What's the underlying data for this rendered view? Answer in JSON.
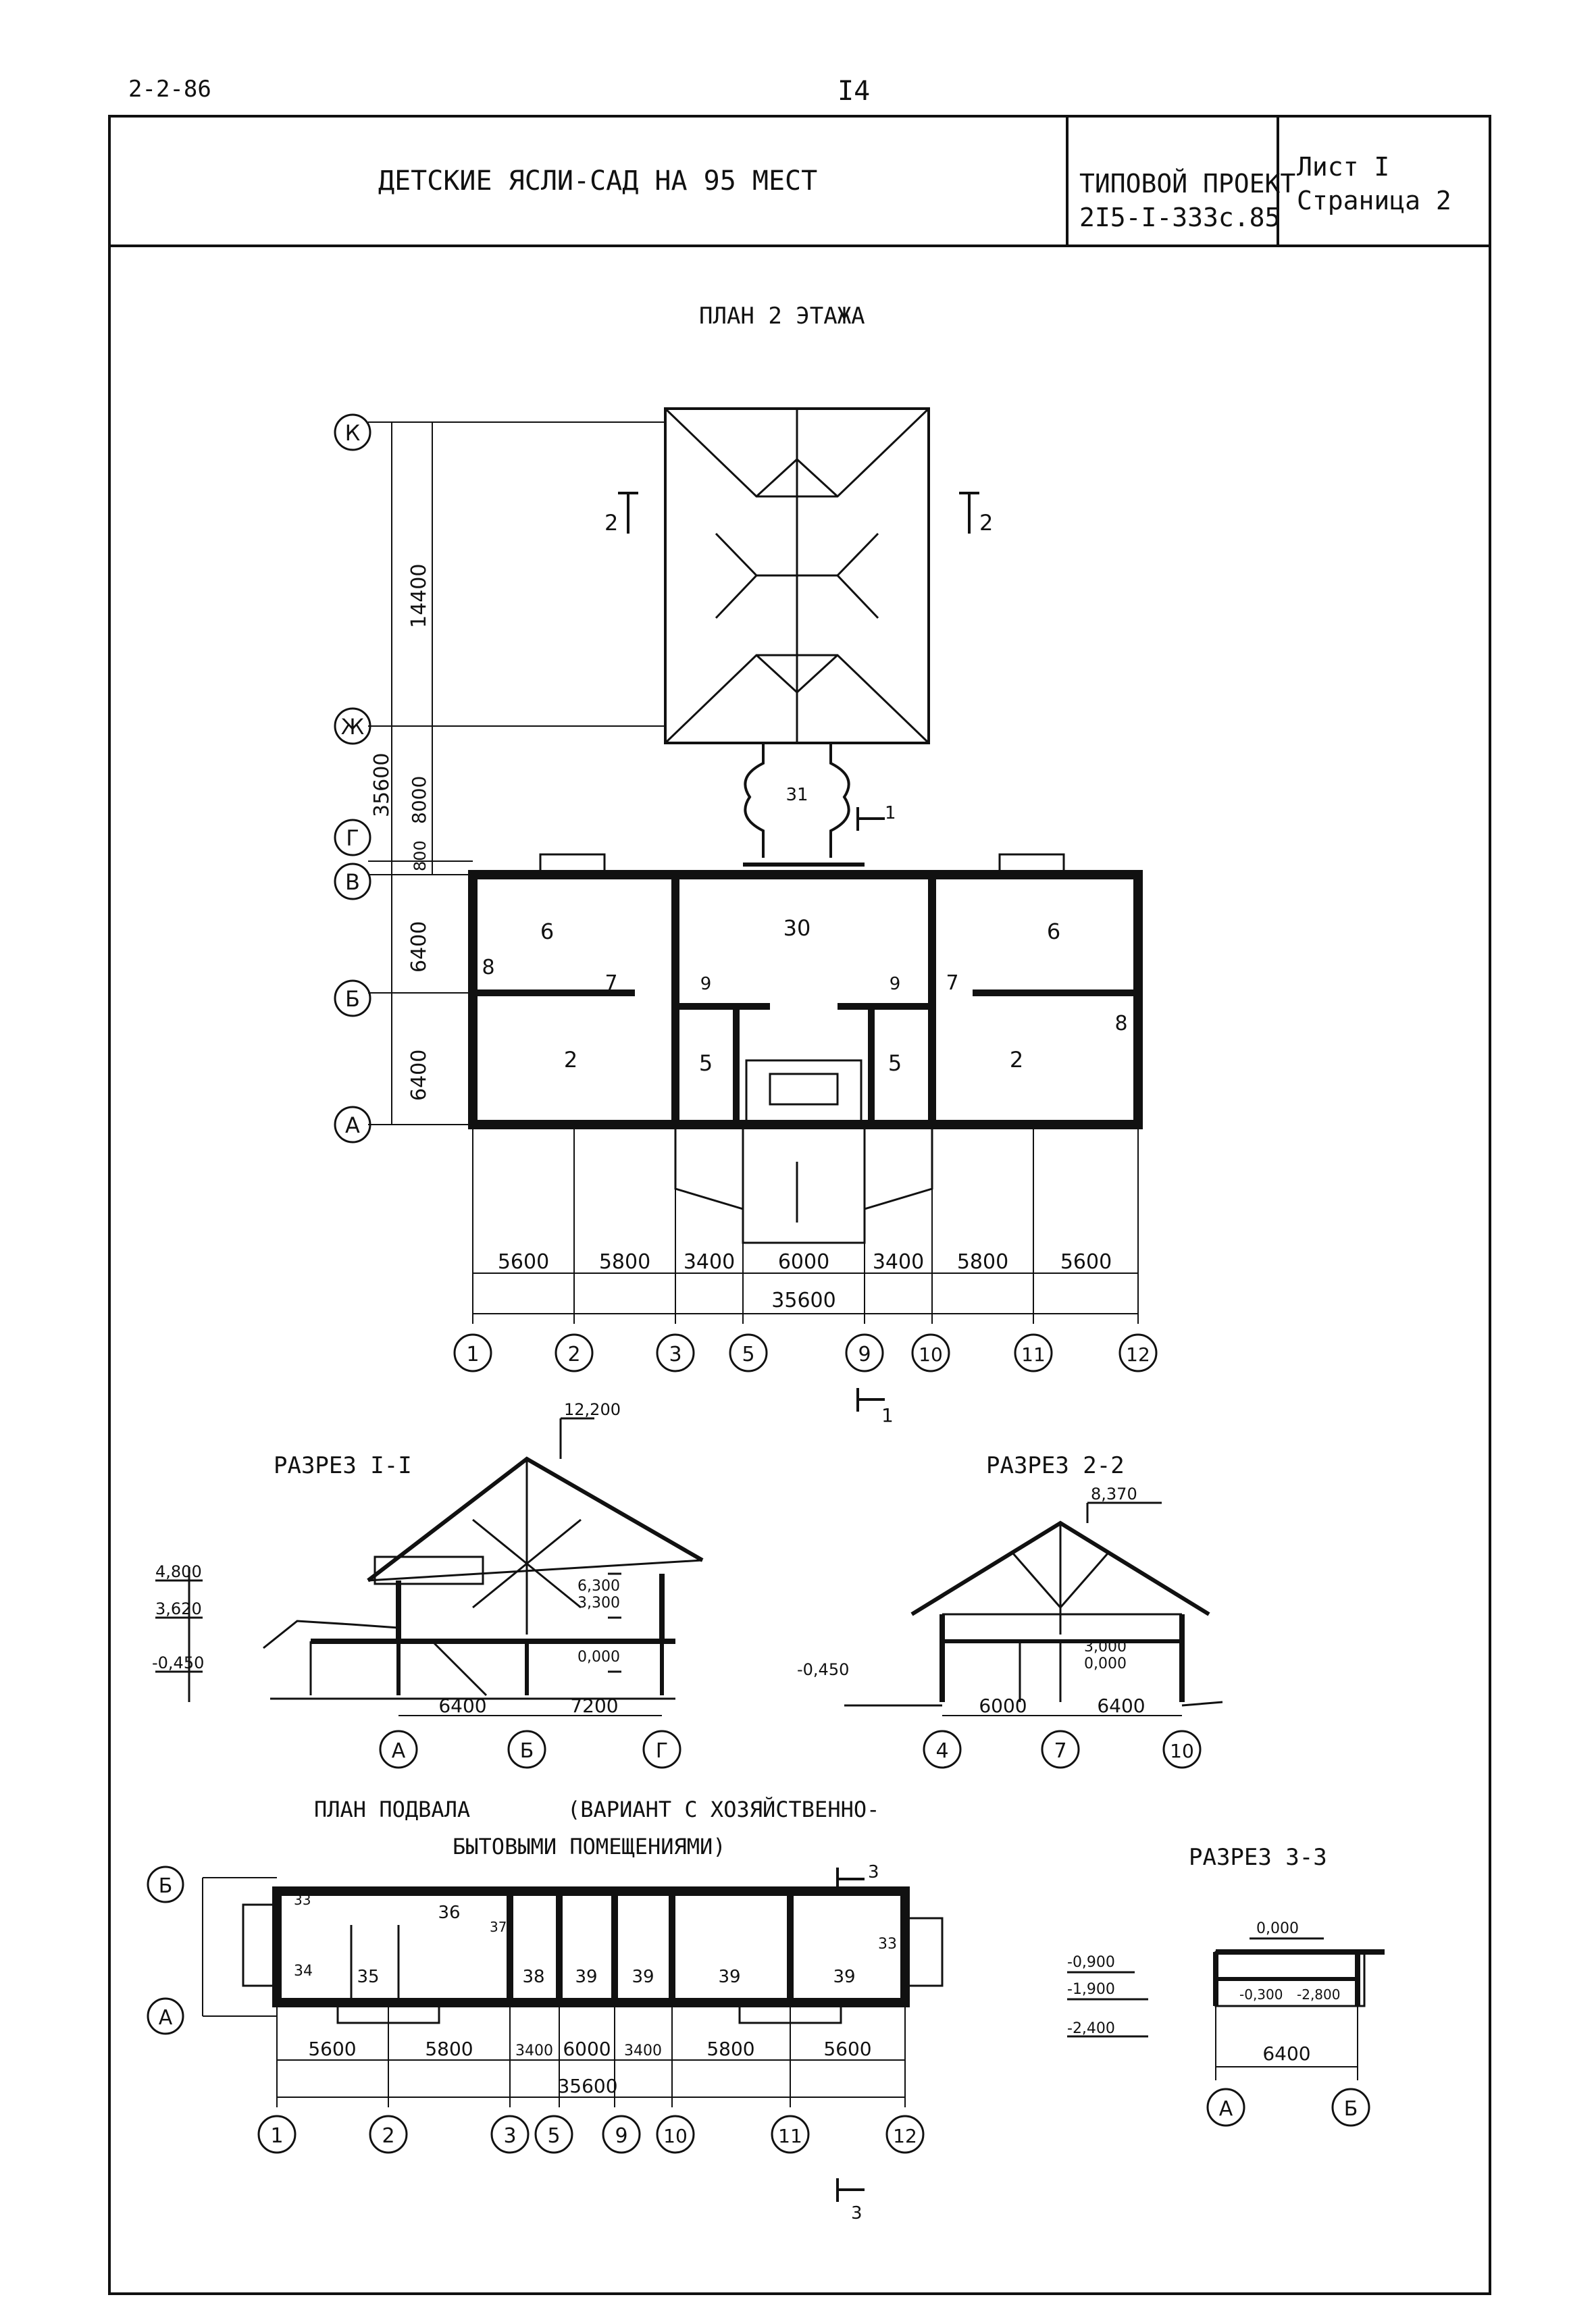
{
  "header": {
    "doc_code": "2-2-86",
    "page_number": "I4",
    "title": "ДЕТСКИЕ ЯСЛИ-САД НА 95 МЕСТ",
    "project_line1": "ТИПОВОЙ ПРОЕКТ",
    "project_line2": "2I5-I-333с.85",
    "sheet_line1": "Лист I",
    "sheet_line2": "Страница 2"
  },
  "floor_plan": {
    "title": "ПЛАН 2 ЭТАЖА",
    "axes_rows": [
      "К",
      "Ж",
      "Г",
      "В",
      "Б",
      "А"
    ],
    "axes_cols": [
      "1",
      "2",
      "3",
      "5",
      "9",
      "10",
      "11",
      "12"
    ],
    "dims_vertical": [
      "14400",
      "35600",
      "8000",
      "800",
      "6400",
      "6400"
    ],
    "dims_bottom": [
      "5600",
      "5800",
      "3400",
      "6000",
      "3400",
      "5800",
      "5600"
    ],
    "dim_total": "35600",
    "rooms": [
      "31",
      "6",
      "30",
      "6",
      "8",
      "7",
      "9",
      "9",
      "7",
      "8",
      "2",
      "5",
      "5",
      "2"
    ],
    "section_marks": [
      "2",
      "2",
      "1",
      "1"
    ]
  },
  "section_1": {
    "title": "РАЗРЕЗ I-I",
    "levels": [
      "12,200",
      "4,800",
      "3,620",
      "-0,450",
      "6,300",
      "3,300",
      "0,000"
    ],
    "dims": [
      "6400",
      "7200"
    ],
    "axes": [
      "А",
      "Б",
      "Г"
    ]
  },
  "section_2": {
    "title": "РАЗРЕЗ 2-2",
    "levels": [
      "8,370",
      "-0,450",
      "3,000",
      "0,000"
    ],
    "dims": [
      "6000",
      "6400"
    ],
    "axes": [
      "4",
      "7",
      "10"
    ]
  },
  "basement": {
    "title_line1": "ПЛАН ПОДВАЛА",
    "title_line2": "(ВАРИАНТ С ХОЗЯЙСТВЕННО-",
    "title_line3": "БЫТОВЫМИ ПОМЕЩЕНИЯМИ)",
    "axes_rows": [
      "Б",
      "А"
    ],
    "axes_cols": [
      "1",
      "2",
      "3",
      "5",
      "9",
      "10",
      "11",
      "12"
    ],
    "dims_bottom": [
      "5600",
      "5800",
      "3400",
      "6000",
      "3400",
      "5800",
      "5600"
    ],
    "dim_total": "35600",
    "rooms": [
      "33",
      "34",
      "35",
      "36",
      "37",
      "38",
      "39",
      "39",
      "39",
      "39",
      "33"
    ],
    "section_marks": [
      "3",
      "3"
    ]
  },
  "section_3": {
    "title": "РАЗРЕЗ 3-3",
    "levels": [
      "0,000",
      "-0,900",
      "-1,900",
      "-0,300",
      "-2,800",
      "-2,400"
    ],
    "dims": [
      "6400"
    ],
    "axes": [
      "А",
      "Б"
    ]
  }
}
